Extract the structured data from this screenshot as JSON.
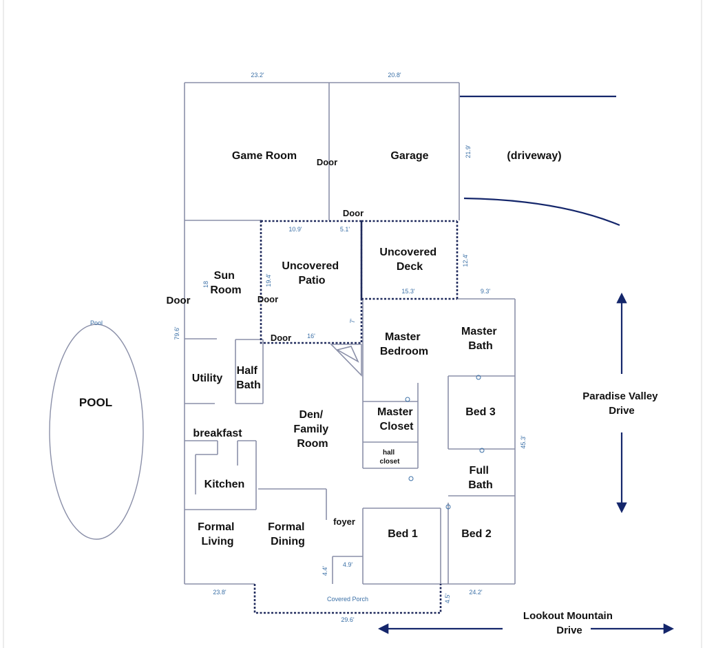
{
  "rooms": {
    "game_room": "Game Room",
    "garage": "Garage",
    "driveway": "(driveway)",
    "sun_room": [
      "Sun",
      "Room"
    ],
    "uncovered_patio": [
      "Uncovered",
      "Patio"
    ],
    "uncovered_deck": [
      "Uncovered",
      "Deck"
    ],
    "master_bedroom": [
      "Master",
      "Bedroom"
    ],
    "master_bath": [
      "Master",
      "Bath"
    ],
    "utility": "Utility",
    "half_bath": [
      "Half",
      "Bath"
    ],
    "den": [
      "Den/",
      "Family",
      "Room"
    ],
    "master_closet": [
      "Master",
      "Closet"
    ],
    "hall_closet": [
      "hall",
      "closet"
    ],
    "bed_3": "Bed 3",
    "breakfast": "breakfast",
    "kitchen": "Kitchen",
    "full_bath": [
      "Full",
      "Bath"
    ],
    "formal_living": [
      "Formal",
      "Living"
    ],
    "formal_dining": [
      "Formal",
      "Dining"
    ],
    "foyer": "foyer",
    "bed_1": "Bed 1",
    "bed_2": "Bed 2",
    "covered_porch": "Covered Porch",
    "pool": "POOL",
    "pool_small": "Pool"
  },
  "doors": {
    "label": "Door"
  },
  "dimensions": {
    "top_left": "23.2'",
    "top_right": "20.8'",
    "garage_side": "21.9'",
    "patio_top_left": "10.9'",
    "patio_top_right": "5.1'",
    "deck_side": "12.4'",
    "deck_bottom": "15.3'",
    "master_top": "9.3'",
    "patio_side": "19.4'",
    "patio_bottom": "16'",
    "patio_small": "7'",
    "left_side": "79.6'",
    "right_side": "45.3'",
    "entry_left": "4.4'",
    "entry_width": "4.9'",
    "bottom_left": "23.8'",
    "bottom_right": "24.2'",
    "porch_side": "4.5'",
    "porch_bottom": "29.6'",
    "sun_room_small": "18"
  },
  "streets": {
    "paradise_valley": [
      "Paradise Valley",
      "Drive"
    ],
    "lookout_mountain": [
      "Lookout Mountain",
      "Drive"
    ]
  },
  "colors": {
    "walls": "#8a8fa8",
    "dashed_walls": "#1f2a5c",
    "arrows": "#14266b",
    "dimension_text": "#3a6fa6"
  }
}
